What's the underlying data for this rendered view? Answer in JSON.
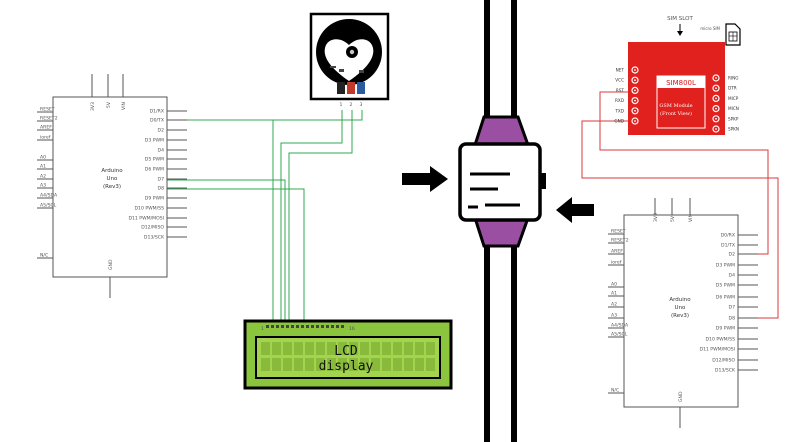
{
  "arduino1": {
    "title_line1": "Arduino",
    "title_line2": "Uno",
    "title_line3": "(Rev3)",
    "top_pins": [
      "3V3",
      "5V",
      "VIN"
    ],
    "bottom_pin": "GND",
    "left_pins": [
      "RESET",
      "RESET2",
      "AREF",
      "ioref",
      "A0",
      "A1",
      "A2",
      "A3",
      "A4/SDA",
      "A5/SCL",
      "N/C"
    ],
    "right_pins": [
      "D1/RX",
      "D0/TX",
      "D2",
      "D3 PWM",
      "D4",
      "D5 PWM",
      "D6 PWM",
      "D7",
      "D8",
      "D9 PWM",
      "D10 PWM/SS",
      "D11 PWM/MOSI",
      "D12/MISO",
      "D13/SCK"
    ]
  },
  "arduino2": {
    "title_line1": "Arduino",
    "title_line2": "Uno",
    "title_line3": "(Rev3)",
    "top_pins": [
      "3V3",
      "5V",
      "VIN"
    ],
    "bottom_pin": "GND",
    "left_pins": [
      "RESET",
      "RESET2",
      "AREF",
      "ioref",
      "A0",
      "A1",
      "A2",
      "A3",
      "A4/SDA",
      "A5/SCL",
      "N/C"
    ],
    "right_pins": [
      "D0/RX",
      "D1/TX",
      "D2",
      "D3 PWM",
      "D4",
      "D5 PWM",
      "D6 PWM",
      "D7",
      "D8",
      "D9 PWM",
      "D10 PWM/SS",
      "D11 PWM/MOSI",
      "D12/MISO",
      "D13/SCK"
    ]
  },
  "heart_sensor": {
    "pin_numbers": [
      "1",
      "2",
      "3"
    ]
  },
  "lcd": {
    "line1": "LCD",
    "line2": "display"
  },
  "sim": {
    "slot_label": "SIM SLOT",
    "card_label": "micro SIM",
    "model": "SIM800L",
    "desc_line1": "GSM Module",
    "desc_line2": "(Front View)",
    "left_pins": [
      "NET",
      "VCC",
      "RST",
      "RXD",
      "TXD",
      "GND"
    ],
    "right_pins": [
      "RING",
      "DTR",
      "MICP",
      "MICN",
      "SPKP",
      "SPKN"
    ]
  },
  "colors": {
    "wire_green": "#2fa84f",
    "wire_red": "#d93a3a",
    "sim_red": "#e0211e",
    "lcd_green": "#8bc43d",
    "watch_purple": "#9b4fa3"
  }
}
